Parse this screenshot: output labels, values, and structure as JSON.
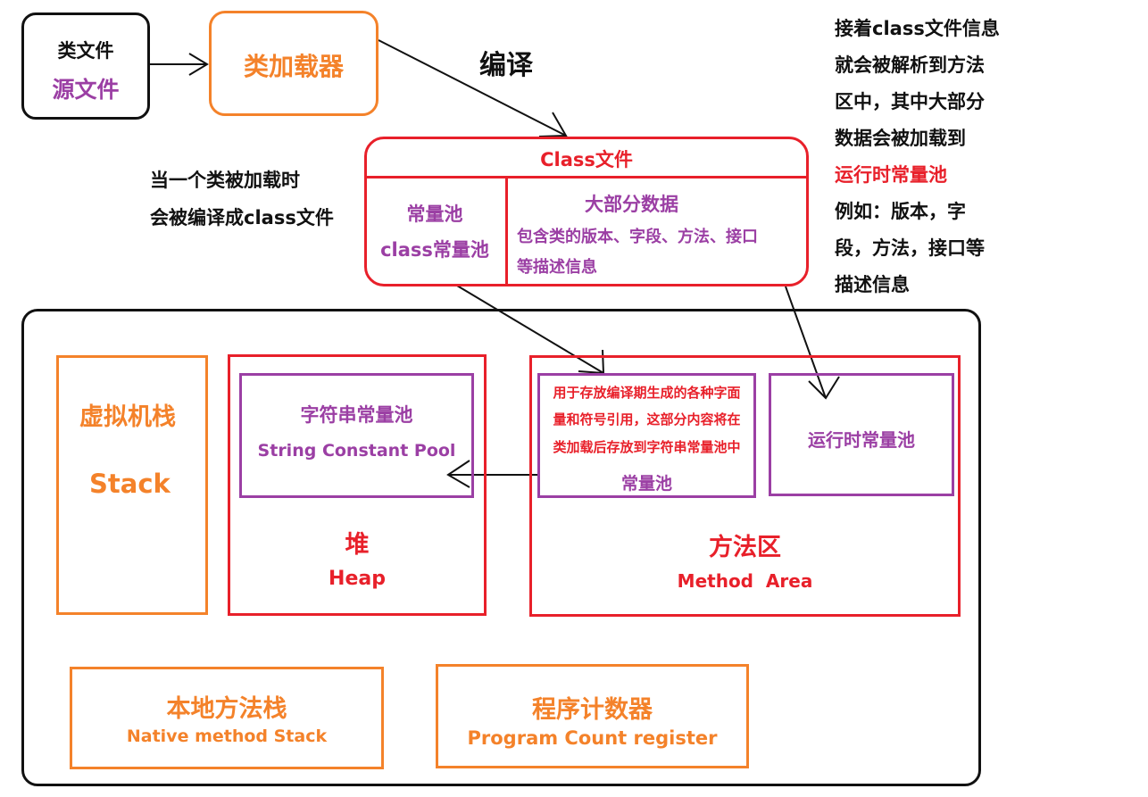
{
  "source": {
    "line1": "类文件",
    "line2": "源文件"
  },
  "loader": {
    "label": "类加载器"
  },
  "compile_label": "编译",
  "classfile": {
    "title": "Class文件",
    "left_line1": "常量池",
    "left_line2": "class常量池",
    "right_title": "大部分数据",
    "right_line1": "包含类的版本、字段、方法、接口",
    "right_line2": "等描述信息"
  },
  "load_note": {
    "line1": "当一个类被加载时",
    "line2": "会被编译成class文件"
  },
  "right_note": {
    "line1": "接着class文件信息",
    "line2": "就会被解析到方法",
    "line3": "区中，其中大部分",
    "line4": "数据会被加载到",
    "line5": "运行时常量池",
    "line6": "例如：版本，字",
    "line7": "段，方法，接口等",
    "line8": "描述信息"
  },
  "stack": {
    "zh": "虚拟机栈",
    "en": "Stack"
  },
  "heap": {
    "zh": "堆",
    "en": "Heap",
    "string_pool_zh": "字符串常量池",
    "string_pool_en": "String Constant Pool"
  },
  "method_area": {
    "zh": "方法区",
    "en": "Method  Area",
    "constant_pool_line1": "用于存放编译期生成的各种字面",
    "constant_pool_line2": "量和符号引用，这部分内容将在",
    "constant_pool_line3": "类加载后存放到字符串常量池中",
    "constant_pool_label": "常量池",
    "runtime_pool": "运行时常量池"
  },
  "native_stack": {
    "zh": "本地方法栈",
    "en": "Native method Stack"
  },
  "program_counter": {
    "zh": "程序计数器",
    "en": "Program Count register"
  },
  "colors": {
    "orange": "#f4822a",
    "red": "#e8202a",
    "purple": "#9b3fa4",
    "black": "#111111"
  }
}
